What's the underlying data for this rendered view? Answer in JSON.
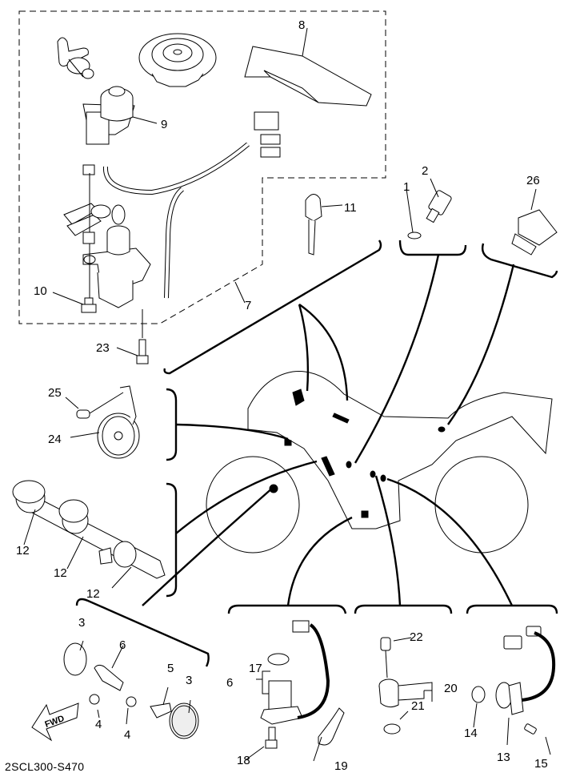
{
  "diagram": {
    "title": "Electrical parts exploded view",
    "reference_code": "2SCL300-S470",
    "fwd_arrow_label": "FWD",
    "callouts": [
      {
        "id": "c1",
        "text": "1"
      },
      {
        "id": "c2",
        "text": "2"
      },
      {
        "id": "c3a",
        "text": "3"
      },
      {
        "id": "c3b",
        "text": "3"
      },
      {
        "id": "c4a",
        "text": "4"
      },
      {
        "id": "c4b",
        "text": "4"
      },
      {
        "id": "c5",
        "text": "5"
      },
      {
        "id": "c6a",
        "text": "6"
      },
      {
        "id": "c6b",
        "text": "6"
      },
      {
        "id": "c7",
        "text": "7"
      },
      {
        "id": "c8",
        "text": "8"
      },
      {
        "id": "c9",
        "text": "9"
      },
      {
        "id": "c10",
        "text": "10"
      },
      {
        "id": "c11",
        "text": "11"
      },
      {
        "id": "c12a",
        "text": "12"
      },
      {
        "id": "c12b",
        "text": "12"
      },
      {
        "id": "c12c",
        "text": "12"
      },
      {
        "id": "c13",
        "text": "13"
      },
      {
        "id": "c14",
        "text": "14"
      },
      {
        "id": "c15",
        "text": "15"
      },
      {
        "id": "c17",
        "text": "17"
      },
      {
        "id": "c18",
        "text": "18"
      },
      {
        "id": "c19",
        "text": "19"
      },
      {
        "id": "c20",
        "text": "20"
      },
      {
        "id": "c21",
        "text": "21"
      },
      {
        "id": "c22",
        "text": "22"
      },
      {
        "id": "c23",
        "text": "23"
      },
      {
        "id": "c24",
        "text": "24"
      },
      {
        "id": "c25",
        "text": "25"
      },
      {
        "id": "c26",
        "text": "26"
      }
    ],
    "groups": [
      {
        "name": "main-switch-and-lock-set",
        "callout": "7"
      },
      {
        "name": "horn",
        "callouts": [
          "24",
          "25"
        ]
      },
      {
        "name": "plug-caps",
        "callouts": [
          "12"
        ]
      },
      {
        "name": "reflectors",
        "callouts": [
          "3",
          "4",
          "5",
          "6"
        ]
      },
      {
        "name": "sidestand-switch",
        "callouts": [
          "6",
          "17",
          "18",
          "19"
        ]
      },
      {
        "name": "neutral-switch",
        "callouts": [
          "20",
          "21",
          "22"
        ]
      },
      {
        "name": "speed-sensor",
        "callouts": [
          "13",
          "14",
          "15"
        ]
      },
      {
        "name": "temperature-sensor",
        "callouts": [
          "1",
          "2"
        ]
      },
      {
        "name": "relay",
        "callouts": [
          "26"
        ]
      }
    ]
  }
}
